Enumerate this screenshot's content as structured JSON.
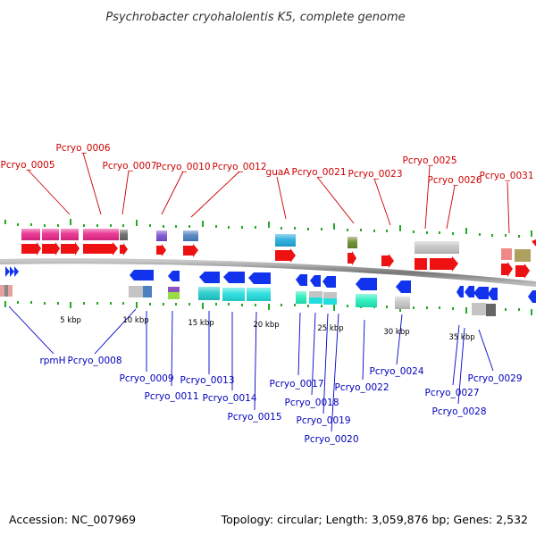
{
  "title": "Psychrobacter cryohalolentis K5, complete genome",
  "footer": {
    "accession": "Accession: NC_007969",
    "summary": "Topology: circular; Length: 3,059,876 bp; Genes: 2,532"
  },
  "scale_labels": [
    "5 kbp",
    "10 kbp",
    "15 kbp",
    "20 kbp",
    "25 kbp",
    "30 kbp",
    "35 kbp"
  ],
  "top_labels": [
    "Pcryo_0005",
    "Pcryo_0006",
    "Pcryo_0007",
    "Pcryo_0010",
    "Pcryo_0012",
    "guaA",
    "Pcryo_0021",
    "Pcryo_0023",
    "Pcryo_0025",
    "Pcryo_0026",
    "Pcryo_0031"
  ],
  "bottom_labels": [
    "rpmH",
    "Pcryo_0008",
    "Pcryo_0009",
    "Pcryo_0011",
    "Pcryo_0013",
    "Pcryo_0014",
    "Pcryo_0015",
    "Pcryo_0017",
    "Pcryo_0018",
    "Pcryo_0019",
    "Pcryo_0020",
    "Pcryo_0022",
    "Pcryo_0024",
    "Pcryo_0027",
    "Pcryo_0028",
    "Pcryo_0029"
  ],
  "colors": {
    "forward_cds": "#ee1111",
    "reverse_cds": "#1133ee",
    "forward_label": "#cc0000",
    "reverse_label": "#0000bb",
    "backbone": "#888888",
    "tick": "#22aa22"
  }
}
